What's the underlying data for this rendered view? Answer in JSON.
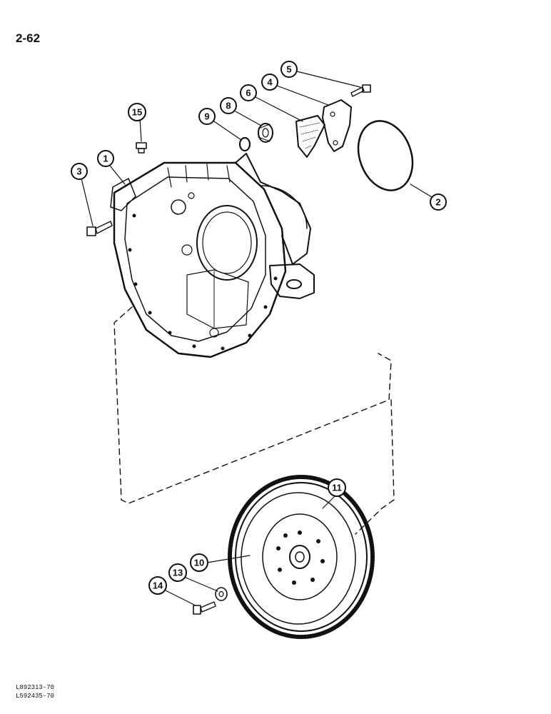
{
  "page_number": "2-62",
  "references": [
    "L892313-70",
    "L592435-70"
  ],
  "callouts": [
    "1",
    "2",
    "3",
    "4",
    "5",
    "6",
    "8",
    "9",
    "10",
    "11",
    "13",
    "14",
    "15"
  ]
}
